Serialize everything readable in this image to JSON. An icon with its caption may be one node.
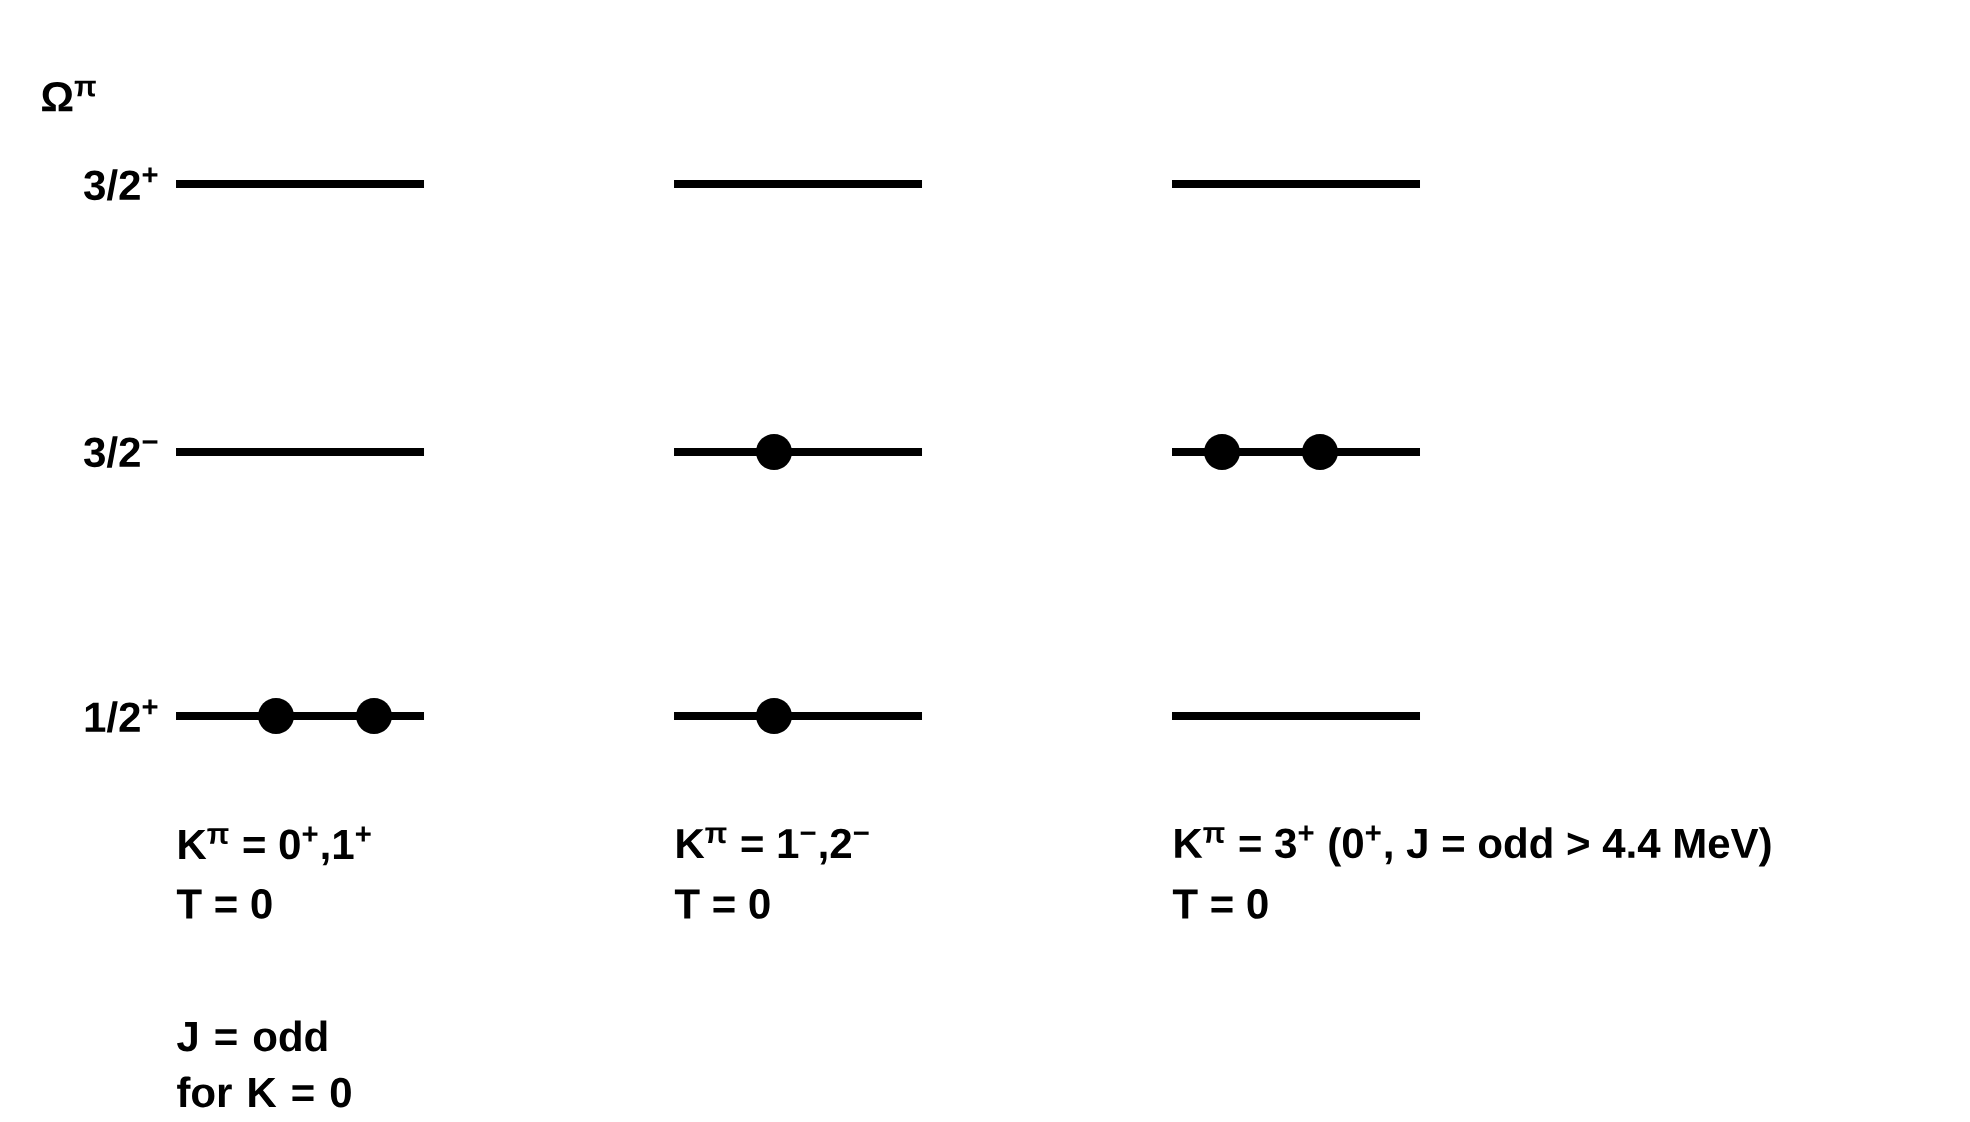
{
  "diagram": {
    "labels": [
      "Ω$^{π}$",
      "3/2$^{+}$",
      "3/2$^{−}$",
      "1/2$^{+}$",
      "K$^{π}$ = 0$^{+}$,1$^{+}$",
      "K$^{π}$ = 1$^{−}$,2$^{−}$",
      "K$^{π}$ = 3$^{+}$ (0$^{+}$, J = odd > 4.4 MeV)",
      "T = 0",
      "T = 0",
      "T = 0",
      "J = odd for K = 0"
    ]
  }
}
